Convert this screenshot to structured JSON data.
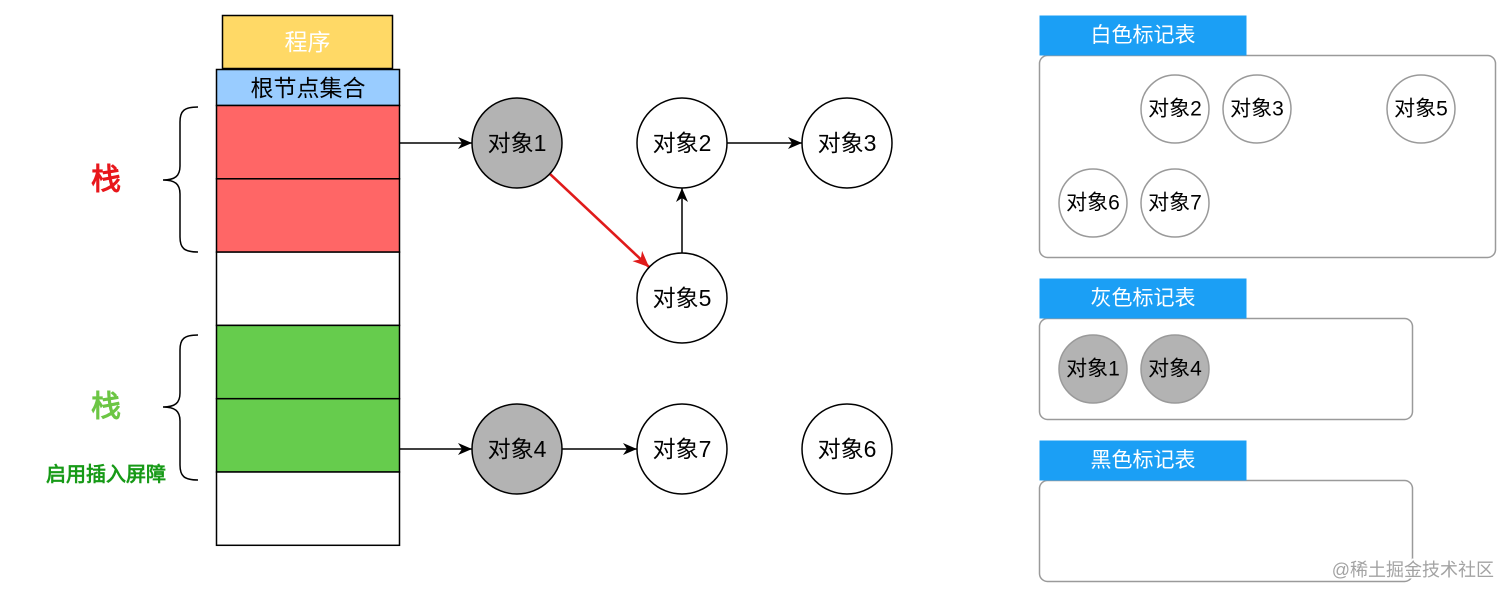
{
  "stack": {
    "program_label": "程序",
    "program_fill": "#FFD966",
    "root_set_label": "根节点集合",
    "root_set_fill": "#99CCFF",
    "cells": [
      {
        "fill": "#FF6666"
      },
      {
        "fill": "#FF6666"
      },
      {
        "fill": "#FFFFFF"
      },
      {
        "fill": "#66CC4D"
      },
      {
        "fill": "#66CC4D"
      },
      {
        "fill": "#FFFFFF"
      }
    ]
  },
  "annotations": {
    "stack_red": {
      "text": "栈",
      "color": "#E8161B"
    },
    "stack_green": {
      "text": "栈",
      "color": "#6CC644"
    },
    "barrier": {
      "text": "启用插入屏障",
      "color": "#179A17"
    }
  },
  "objects": [
    {
      "label": "对象1",
      "fill": "#B3B3B3"
    },
    {
      "label": "对象2",
      "fill": "#FFFFFF"
    },
    {
      "label": "对象3",
      "fill": "#FFFFFF"
    },
    {
      "label": "对象4",
      "fill": "#B3B3B3"
    },
    {
      "label": "对象5",
      "fill": "#FFFFFF"
    },
    {
      "label": "对象6",
      "fill": "#FFFFFF"
    },
    {
      "label": "对象7",
      "fill": "#FFFFFF"
    }
  ],
  "edges": [
    {
      "from_stack_cell": 0,
      "to": 0,
      "color": "#000000"
    },
    {
      "from": 0,
      "to": 4,
      "color": "#E01B1B"
    },
    {
      "from": 4,
      "to": 1,
      "color": "#000000"
    },
    {
      "from": 1,
      "to": 2,
      "color": "#000000"
    },
    {
      "from_stack_cell": 4,
      "to": 3,
      "color": "#000000"
    },
    {
      "from": 3,
      "to": 6,
      "color": "#000000"
    }
  ],
  "tables": {
    "header_color": "#1B9FF5",
    "white": {
      "title": "白色标记表",
      "item_fill": "#FFFFFF",
      "items": [
        "对象2",
        "对象3",
        "对象5",
        "对象6",
        "对象7"
      ]
    },
    "gray": {
      "title": "灰色标记表",
      "item_fill": "#B3B3B3",
      "items": [
        "对象1",
        "对象4"
      ]
    },
    "black": {
      "title": "黑色标记表",
      "items": []
    }
  },
  "watermark": "@稀土掘金技术社区"
}
